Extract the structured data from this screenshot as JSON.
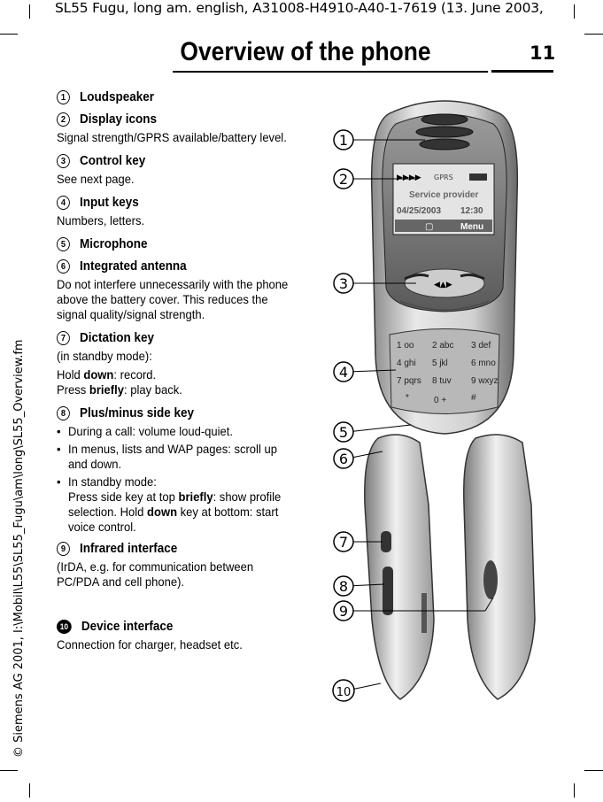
{
  "header": {
    "running_text": "SL55 Fugu, long am. english, A31008-H4910-A40-1-7619 (13. June 2003,",
    "title": "Overview of the phone",
    "page_number": "11"
  },
  "sidebar_text": "© Siemens AG 2001, I:\\Mobil\\L55\\SL55_Fugu\\am\\long\\SL55_Overview.fm",
  "items": [
    {
      "num": "1",
      "title": "Loudspeaker"
    },
    {
      "num": "2",
      "title": "Display icons",
      "desc": "Signal strength/GPRS available/battery level."
    },
    {
      "num": "3",
      "title": "Control key",
      "desc": "See next page."
    },
    {
      "num": "4",
      "title": "Input keys",
      "desc": "Numbers, letters."
    },
    {
      "num": "5",
      "title": "Microphone"
    },
    {
      "num": "6",
      "title": "Integrated antenna",
      "desc": "Do not interfere unnecessarily with the phone above the battery cover. This reduces the signal quality/signal strength."
    },
    {
      "num": "7",
      "title": "Dictation key",
      "desc": "(in standby mode):",
      "line1_pre": "Hold ",
      "line1_bold": "down",
      "line1_post": ": record.",
      "line2_pre": "Press ",
      "line2_bold": "briefly",
      "line2_post": ": play back."
    },
    {
      "num": "8",
      "title": "Plus/minus side key",
      "bullet1": "During a call: volume loud-quiet.",
      "bullet2": "In menus, lists and WAP pages: scroll up and down.",
      "bullet3_a": "In standby mode:",
      "bullet3_b": "Press side key at top ",
      "bullet3_c": "briefly",
      "bullet3_d": ": show profile selection. Hold ",
      "bullet3_e": "down",
      "bullet3_f": " key at bottom: start voice control."
    },
    {
      "num": "9",
      "title": "Infrared interface",
      "desc": "(IrDA, e.g. for communication between PC/PDA and cell phone)."
    },
    {
      "num": "10",
      "title": "Device interface",
      "desc": "Connection for charger, headset etc."
    }
  ],
  "phone_screen": {
    "gprs": "GPRS",
    "provider": "Service provider",
    "date": "04/25/2003",
    "time": "12:30",
    "softkey_right": "Menu"
  },
  "keypad": [
    "1 oo",
    "2 abc",
    "3 def",
    "4 ghi",
    "5 jkl",
    "6 mno",
    "7 pqrs",
    "8 tuv",
    "9 wxyz",
    "*",
    "0 +",
    "#"
  ],
  "callouts": [
    "1",
    "2",
    "3",
    "4",
    "5",
    "6",
    "7",
    "8",
    "9",
    "10"
  ]
}
